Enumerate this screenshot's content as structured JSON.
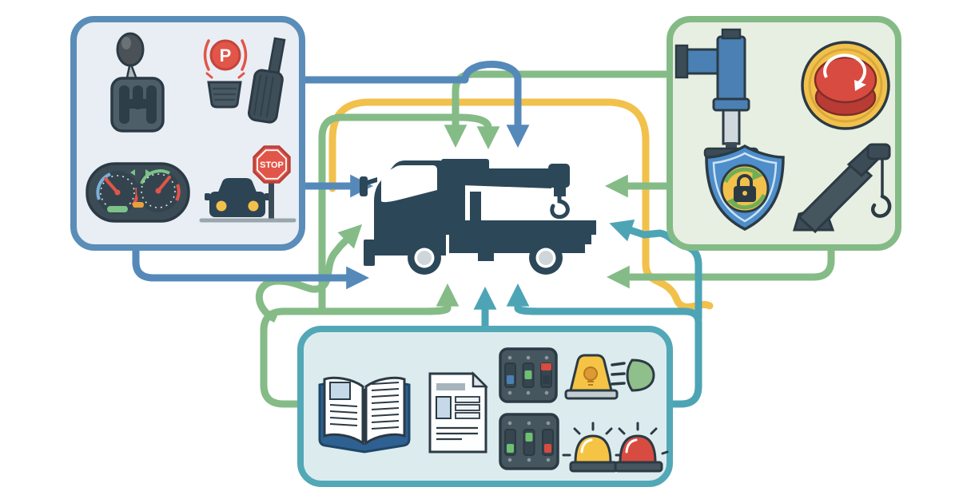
{
  "texts": {
    "stop_sign": "STOP",
    "parking_indicator": "P"
  },
  "colors": {
    "blue": "#5589ba",
    "green": "#85bb87",
    "yellow": "#f2c14b",
    "teal": "#4da4b5",
    "red": "#d94f45",
    "dark": "#2b3a44",
    "truck": "#2c4758",
    "panel1-border": "#5a8db8",
    "panel1-bg": "#e9eef4",
    "panel2-border": "#84ba86",
    "panel2-bg": "#e6efe2",
    "panel3-border": "#52a8b6",
    "panel3-bg": "#dcecee"
  },
  "center": {
    "figure": "crane-truck"
  },
  "panels": {
    "driving_controls": {
      "position": "top-left",
      "icons": [
        "gear-shifter",
        "parking-brake-indicator",
        "brake-pedal",
        "accelerator-pedal",
        "instrument-cluster",
        "car-at-stop-sign"
      ]
    },
    "crane_operation": {
      "position": "top-right",
      "icons": [
        "outrigger-stabilizer",
        "emergency-stop-button",
        "safety-lock-shield",
        "crane-boom-hook"
      ]
    },
    "documentation_signals": {
      "position": "bottom",
      "icons": [
        "operator-manual-book",
        "inspection-document",
        "switch-panel-top",
        "switch-panel-bottom",
        "amber-warning-beacon",
        "headlight-beam",
        "yellow-flashing-beacon",
        "red-flashing-beacon"
      ]
    }
  },
  "connectors": [
    {
      "from": "driving-controls-panel",
      "to": "crane-truck",
      "color": "blue",
      "entry": "top"
    },
    {
      "from": "driving-controls-panel",
      "to": "crane-truck",
      "color": "blue",
      "entry": "left-upper"
    },
    {
      "from": "driving-controls-panel",
      "to": "crane-truck",
      "color": "blue",
      "entry": "left-lower"
    },
    {
      "from": "crane-operation-panel",
      "to": "crane-truck",
      "color": "green",
      "entry": "top-left"
    },
    {
      "from": "crane-operation-panel",
      "to": "crane-truck",
      "color": "green",
      "entry": "right-upper"
    },
    {
      "from": "crane-operation-panel",
      "to": "crane-truck",
      "color": "green",
      "entry": "right-lower"
    },
    {
      "from": "frame-loop-left",
      "to": "crane-truck",
      "color": "green",
      "entry": "top-center"
    },
    {
      "from": "documentation-panel",
      "to": "crane-truck",
      "color": "green",
      "entry": "front-left"
    },
    {
      "from": "documentation-panel",
      "to": "crane-truck",
      "color": "green",
      "entry": "bottom-left"
    },
    {
      "from": "documentation-panel",
      "to": "crane-truck",
      "color": "teal",
      "entry": "bottom-center"
    },
    {
      "from": "documentation-panel",
      "to": "crane-truck",
      "color": "teal",
      "entry": "bottom-right"
    },
    {
      "from": "documentation-panel",
      "to": "crane-truck",
      "color": "teal",
      "entry": "rear-right"
    },
    {
      "type": "loop",
      "color": "yellow"
    }
  ]
}
